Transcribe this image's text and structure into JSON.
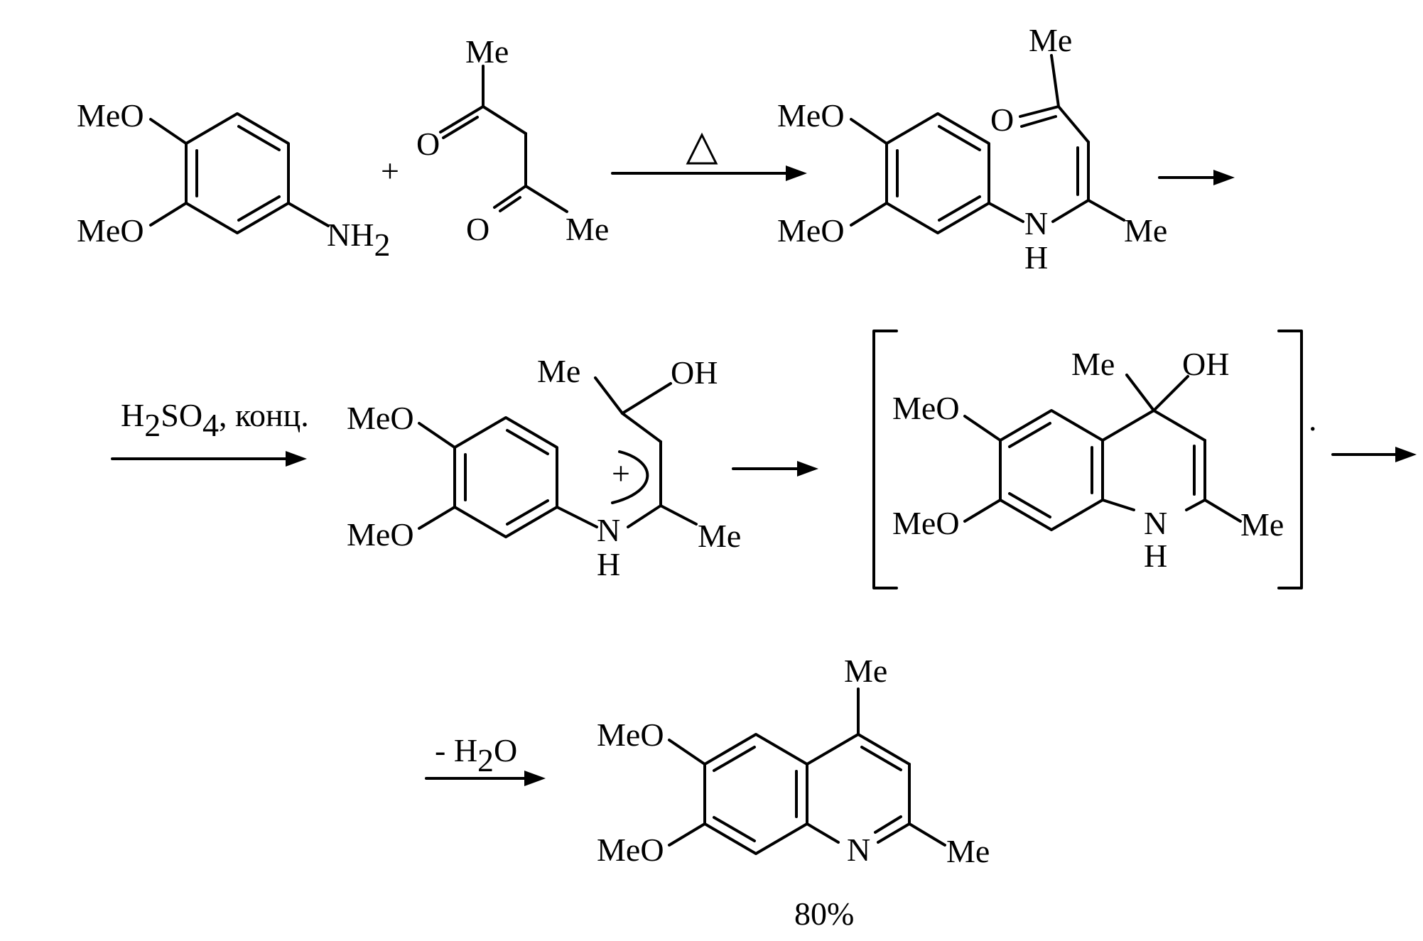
{
  "labels": {
    "meo": "MeO",
    "me": "Me",
    "oh": "OH",
    "o": "O",
    "n": "N",
    "h": "H",
    "nh2_main": "NH",
    "sub_2": "2",
    "sub_4": "4",
    "plus": "+",
    "h2so4_h": "H",
    "h2so4_so": "SO",
    "h2so4_rest": ", конц.",
    "minus_h2o_pre": "- H",
    "minus_h2o_o": "O",
    "bracket_dot": ".",
    "yield": "80%"
  },
  "conditions": {
    "heat_symbol": "triangle"
  }
}
